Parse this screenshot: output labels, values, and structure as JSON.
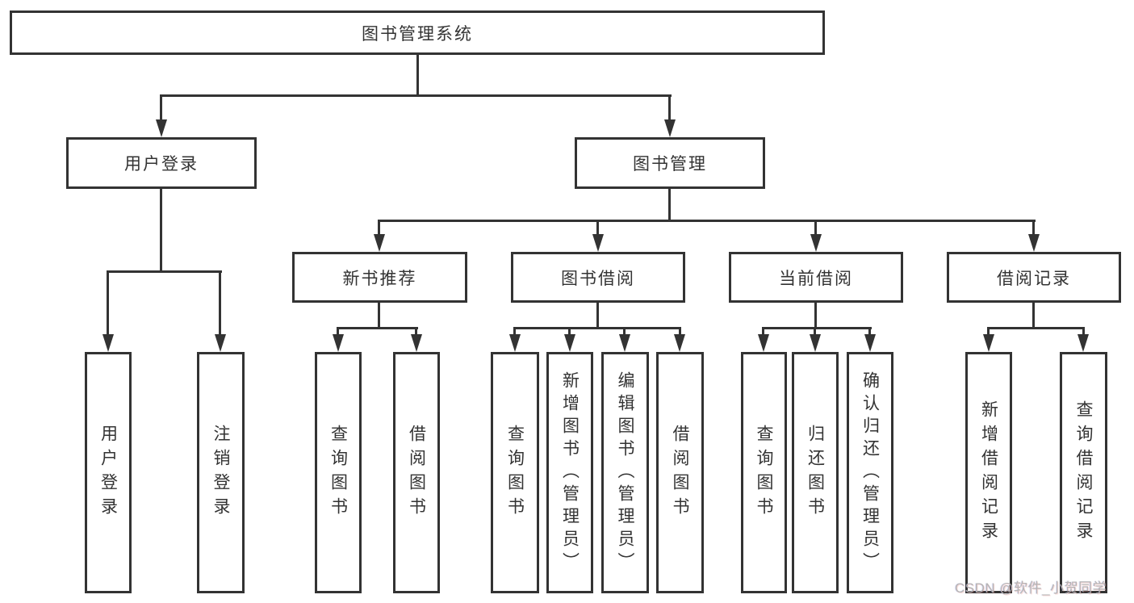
{
  "diagram": {
    "root_label": "图书管理系统",
    "level2": [
      "用户登录",
      "图书管理"
    ],
    "level3": [
      "新书推荐",
      "图书借阅",
      "当前借阅",
      "借阅记录"
    ],
    "leaves_login": [
      "用户登录",
      "注销登录"
    ],
    "leaves_recommend": [
      "查询图书",
      "借阅图书"
    ],
    "leaves_borrow": [
      "查询图书",
      "新增图书（管理员）",
      "编辑图书（管理员）",
      "借阅图书"
    ],
    "leaves_current": [
      "查询图书",
      "归还图书",
      "确认归还（管理员）"
    ],
    "leaves_records": [
      "新增借阅记录",
      "查询借阅记录"
    ]
  },
  "watermark": "CSDN @软件_小贺同学",
  "colors": {
    "line": "#333333",
    "text": "#333333",
    "bg": "#ffffff",
    "wm": "#b4b4b4"
  }
}
